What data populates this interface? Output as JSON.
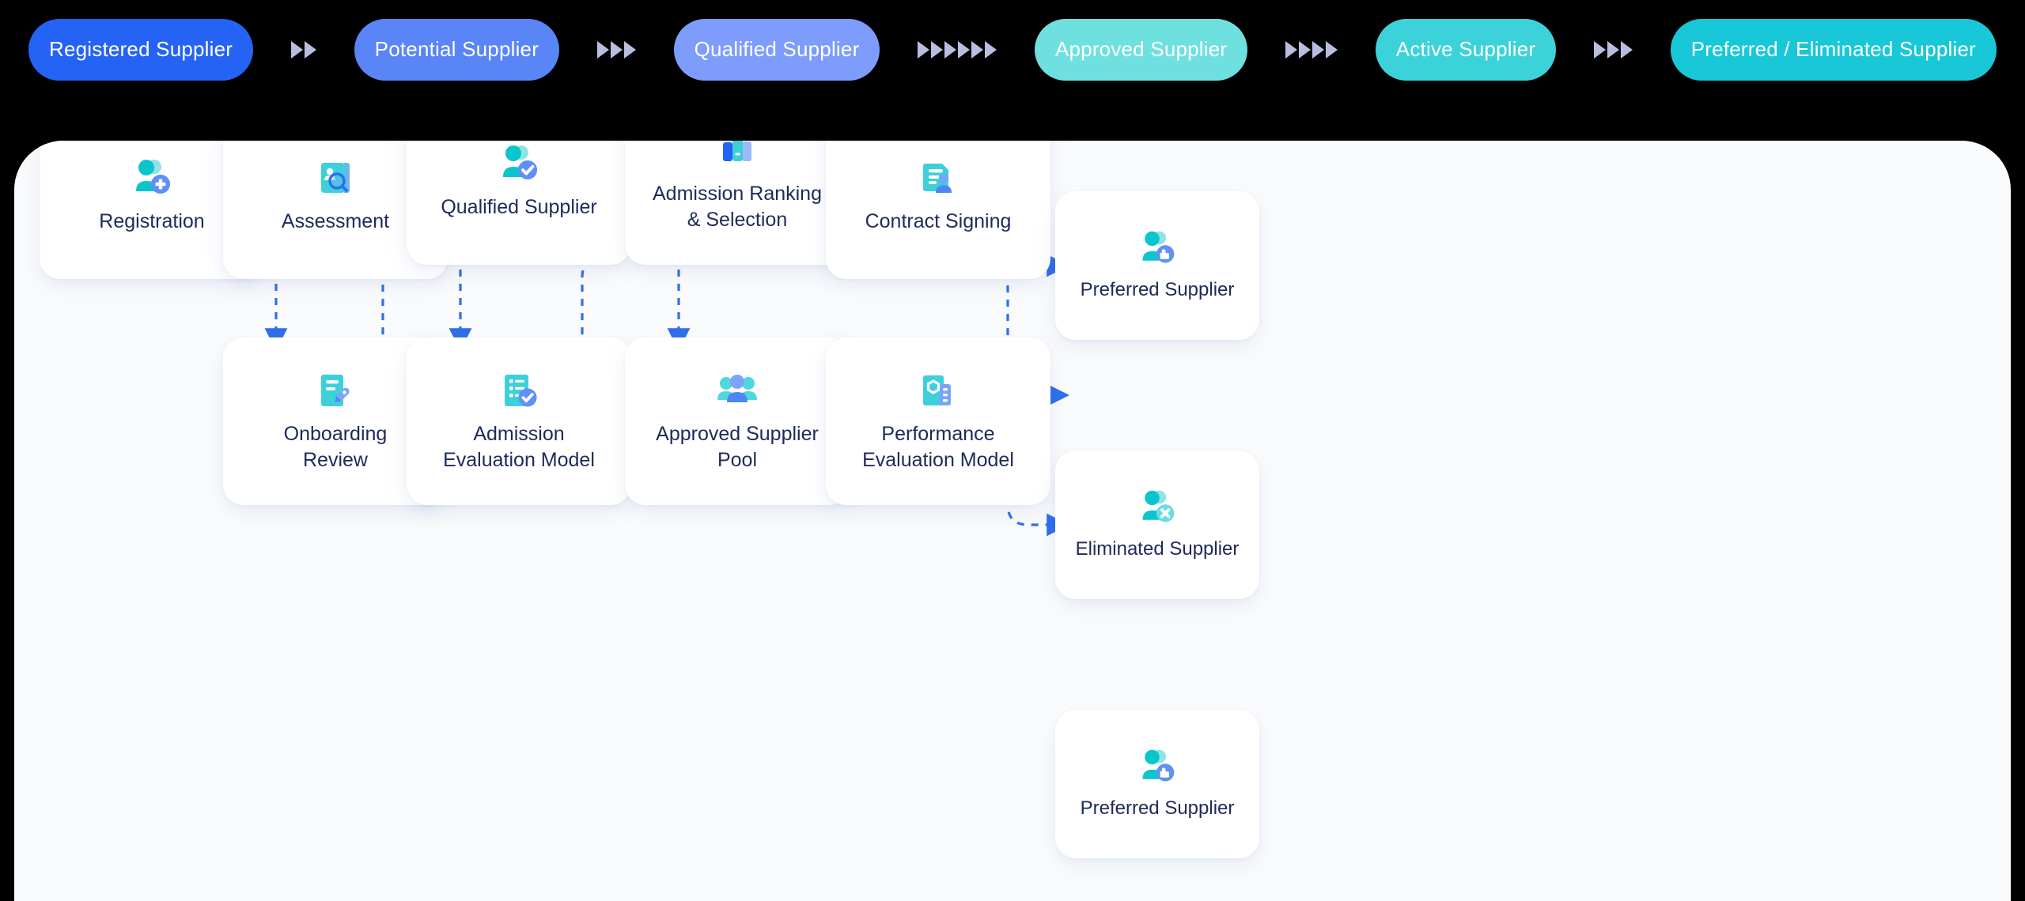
{
  "stages": {
    "items": [
      {
        "label": "Registered Supplier",
        "color": "#2563f5",
        "separator_arrows": 2
      },
      {
        "label": "Potential Supplier",
        "color": "#5a85f7",
        "separator_arrows": 3
      },
      {
        "label": "Qualified Supplier",
        "color": "#7d9cfb",
        "separator_arrows": 6
      },
      {
        "label": "Approved Supplier",
        "color": "#6fe0e0",
        "separator_arrows": 4
      },
      {
        "label": "Active Supplier",
        "color": "#3bd3d9",
        "separator_arrows": 3
      },
      {
        "label": "Preferred / Eliminated Supplier",
        "color": "#18c8d8",
        "separator_arrows": 0
      }
    ],
    "arrow_color": "#b9bee0",
    "background": "#000000"
  },
  "panel": {
    "background": "#fafbfc"
  },
  "flow": {
    "connector_color": "#2f6fe8",
    "nodes": [
      {
        "id": "registration",
        "label": "Registration",
        "icon": "user-add-icon",
        "row": "top"
      },
      {
        "id": "assessment",
        "label": "Assessment",
        "icon": "profile-search-icon",
        "row": "top"
      },
      {
        "id": "qualified-supplier",
        "label": "Qualified Supplier",
        "icon": "user-check-icon",
        "row": "top"
      },
      {
        "id": "admission-ranking",
        "label": "Admission Ranking\n& Selection",
        "icon": "bar-chart-icon",
        "row": "top"
      },
      {
        "id": "contract-signing",
        "label": "Contract Signing",
        "icon": "document-user-icon",
        "row": "top"
      },
      {
        "id": "onboarding-review",
        "label": "Onboarding\nReview",
        "icon": "document-search-icon",
        "row": "bottom"
      },
      {
        "id": "admission-evaluation",
        "label": "Admission\nEvaluation Model",
        "icon": "checklist-check-icon",
        "row": "bottom"
      },
      {
        "id": "approved-supplier-pool",
        "label": "Approved Supplier\nPool",
        "icon": "user-group-icon",
        "row": "bottom"
      },
      {
        "id": "performance-evaluation",
        "label": "Performance\nEvaluation Model",
        "icon": "settings-list-icon",
        "row": "bottom"
      }
    ],
    "outcomes": [
      {
        "id": "preferred-supplier-top",
        "label": "Preferred Supplier",
        "icon": "user-thumbsup-icon"
      },
      {
        "id": "eliminated-supplier",
        "label": "Eliminated Supplier",
        "icon": "user-remove-icon"
      },
      {
        "id": "preferred-supplier-bottom",
        "label": "Preferred Supplier",
        "icon": "user-thumbsup-icon"
      }
    ]
  },
  "palette": {
    "teal": "#23c4cf",
    "teal_light": "#6ee0e4",
    "blue": "#2563f5",
    "blue_light": "#8fb0f9",
    "navy_text": "#1e2a5a",
    "card_white": "#ffffff"
  }
}
